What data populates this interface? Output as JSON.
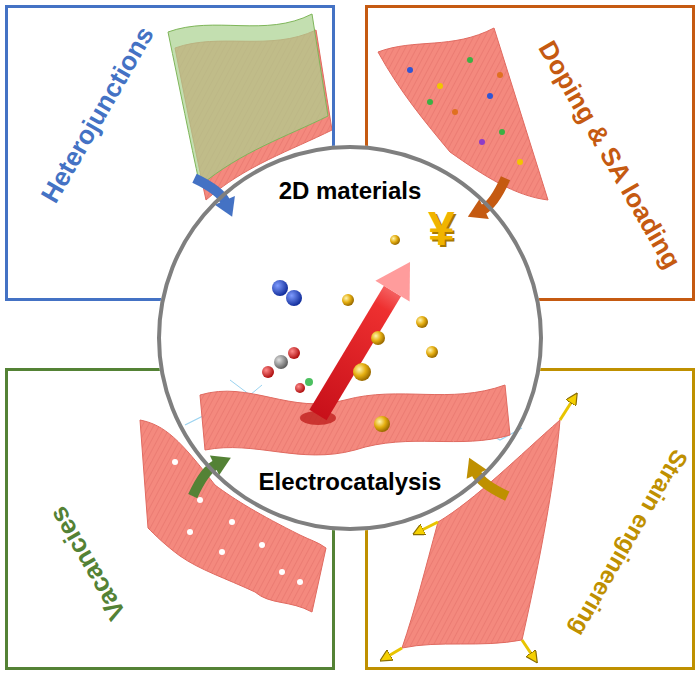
{
  "diagram": {
    "nodes": [
      {
        "text": [
          "Heterojunctions"
        ]
      },
      {
        "text": [
          "Doping & SA loading"
        ]
      },
      {
        "text": [
          "2D materials",
          "Electrocatalysis"
        ]
      },
      {
        "text": [
          "Vacancies"
        ]
      },
      {
        "text": [
          "Strain engineering"
        ]
      }
    ],
    "edges": [
      {
        "from": 0,
        "to": 2,
        "arrow": "to"
      },
      {
        "from": 1,
        "to": 2,
        "arrow": "to"
      },
      {
        "from": 3,
        "to": 2,
        "arrow": "to"
      },
      {
        "from": 4,
        "to": 2,
        "arrow": "to"
      }
    ],
    "labels": [
      "¥"
    ]
  }
}
